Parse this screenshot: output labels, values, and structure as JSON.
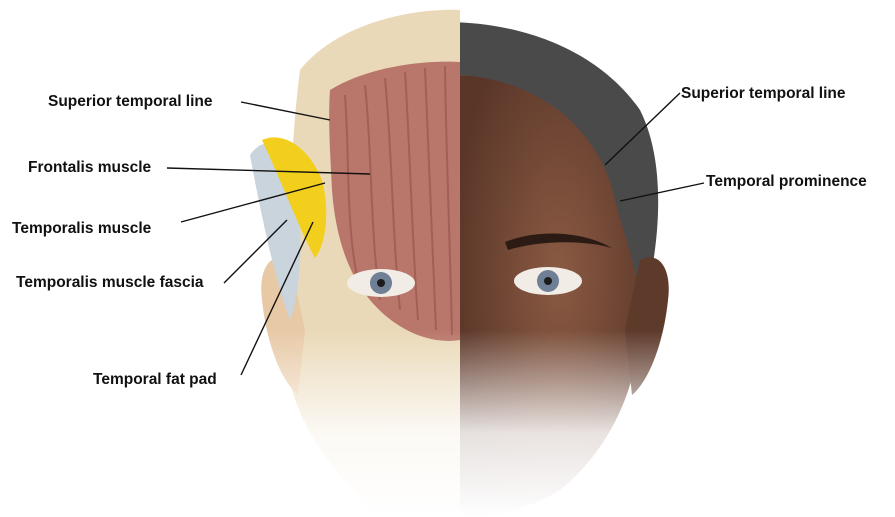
{
  "labels": {
    "left": {
      "superior_temporal_line": "Superior temporal line",
      "frontalis_muscle": "Frontalis muscle",
      "temporalis_muscle": "Temporalis muscle",
      "temporalis_muscle_fascia": "Temporalis muscle fascia",
      "temporal_fat_pad": "Temporal fat pad"
    },
    "right": {
      "superior_temporal_line": "Superior temporal line",
      "temporal_prominence": "Temporal prominence"
    }
  },
  "colors": {
    "skin": "#6b4331",
    "skin_light": "#8a5a43",
    "hair": "#4a4a4a",
    "muscle": "#b9766a",
    "muscle_dark": "#8e4f46",
    "fat_pad": "#f2cf1c",
    "bone": "#ead9b8",
    "fascia": "#c9d4dd",
    "iris": "#6f7f95",
    "leader_line": "#111111"
  }
}
